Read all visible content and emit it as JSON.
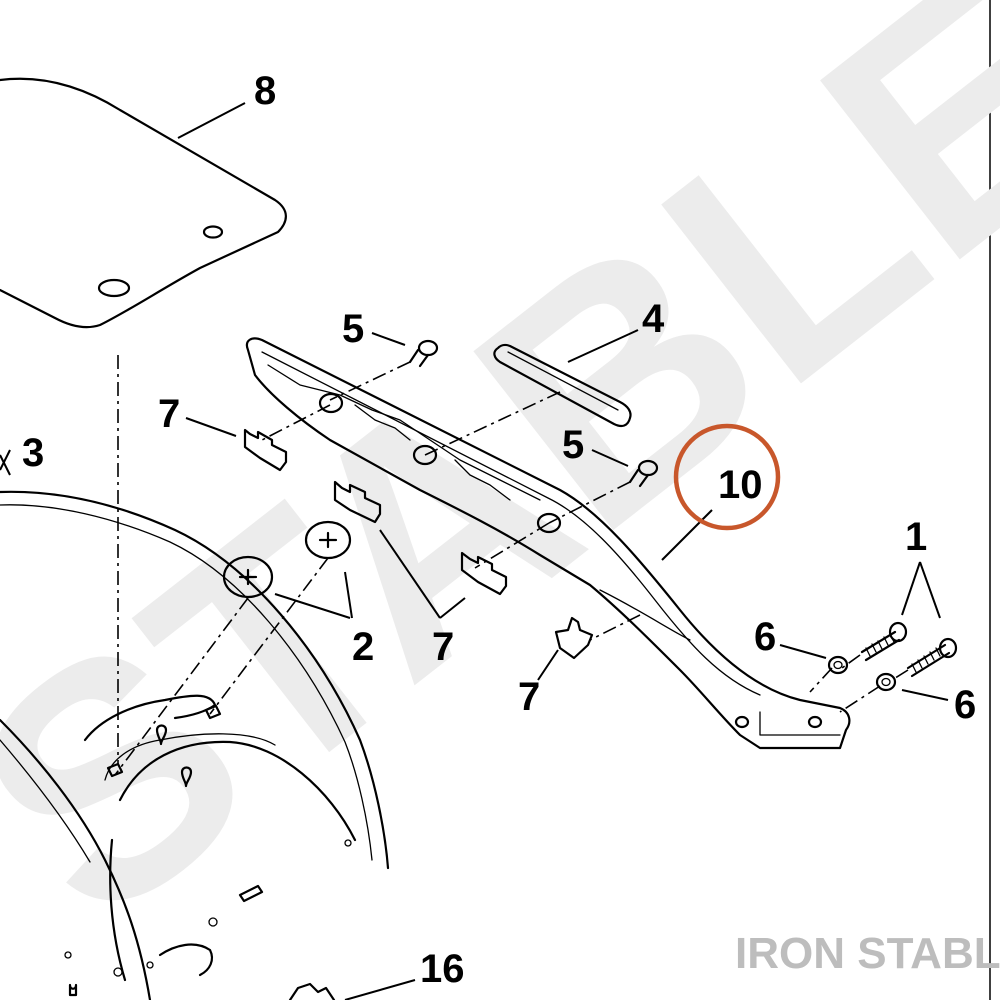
{
  "callouts": {
    "c8": "8",
    "c3": "3",
    "c5a": "5",
    "c4": "4",
    "c7a": "7",
    "c5b": "5",
    "c10": "10",
    "c1": "1",
    "c2": "2",
    "c7b": "7",
    "c6a": "6",
    "c6b": "6",
    "c7c": "7",
    "c16": "16"
  },
  "watermark": "STABLE",
  "brand": "IRON STABLE",
  "colors": {
    "highlight_circle": "#c8572b",
    "watermark": "#ececec",
    "brand_text": "#bdbdbd",
    "line": "#000000"
  }
}
